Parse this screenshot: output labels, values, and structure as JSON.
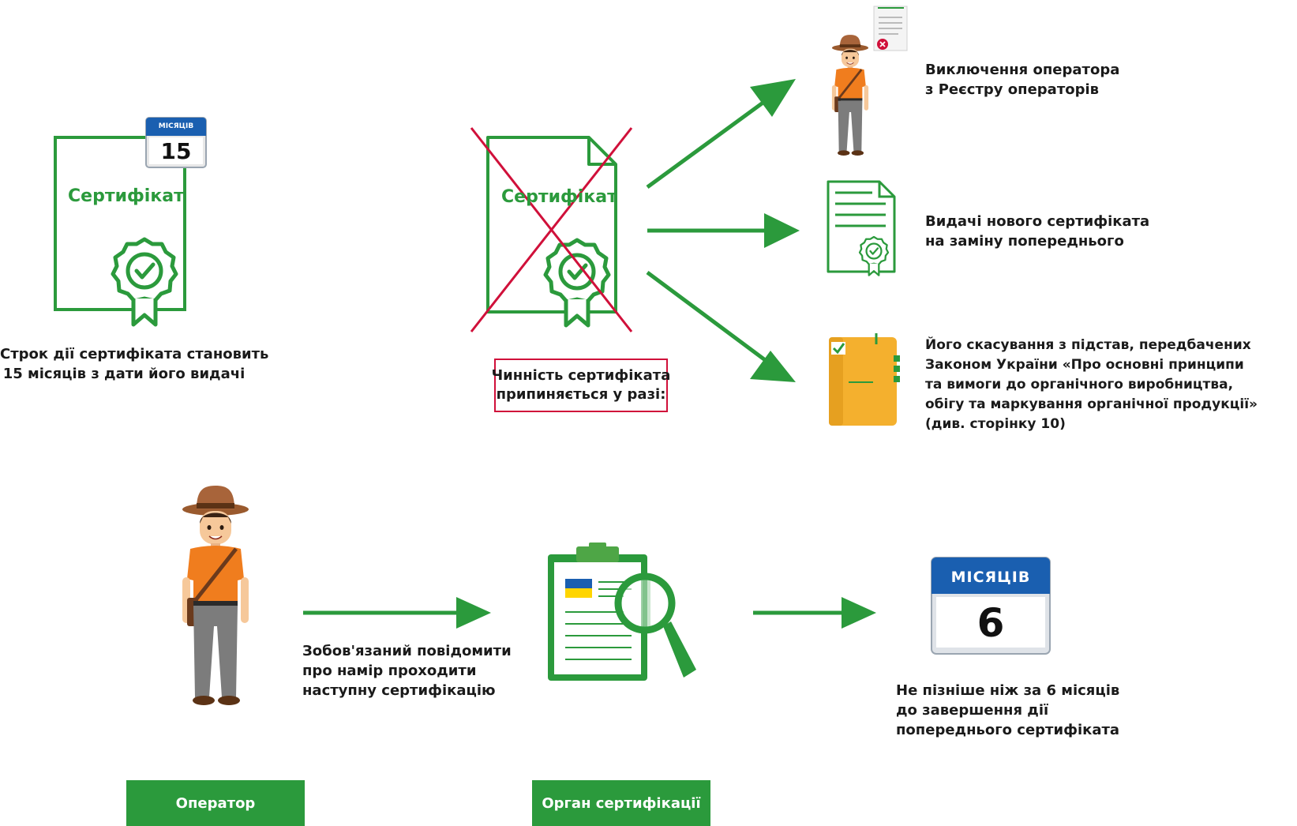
{
  "certificate_left": {
    "calendar_header": "МІСЯЦІВ",
    "calendar_number": "15",
    "title": "Сертифікат",
    "caption_lines": [
      "Строк дії сертифіката становить",
      "15 місяців з дати його видачі"
    ]
  },
  "certificate_center": {
    "title": "Сертифікат",
    "box_lines": [
      "Чинність сертифіката",
      "припиняється у разі:"
    ]
  },
  "outcomes": [
    {
      "lines": [
        "Виключення оператора",
        "з Реєстру операторів"
      ]
    },
    {
      "lines": [
        "Видачі нового сертифіката",
        "на заміну  попереднього"
      ]
    },
    {
      "lines": [
        "Його скасування з підстав, передбачених",
        "Законом України «Про основні принципи",
        "та вимоги до органічного виробництва,",
        "обігу та маркування органічної продукції»",
        "(див. сторінку 10)"
      ]
    }
  ],
  "bottom": {
    "operator_label": "Оператор",
    "obligation_lines": [
      "Зобов'язаний повідомити",
      "про намір проходити",
      "наступну сертифікацію"
    ],
    "body_label": "Орган сертифікації",
    "calendar_header": "МІСЯЦІВ",
    "calendar_number": "6",
    "deadline_lines": [
      "Не пізніше ніж за 6 місяців",
      "до завершення дії",
      "попереднього сертифіката"
    ]
  },
  "colors": {
    "green": "#2b9a3c",
    "red": "#d0103a",
    "calendar_blue": "#1a5fb0",
    "orange_shirt": "#f07d1e",
    "folder_yellow": "#f4b02e"
  },
  "icons": [
    "calendar-icon",
    "certificate-icon",
    "rosette-icon",
    "crossed-certificate-icon",
    "operator-person-icon",
    "document-rejected-icon",
    "new-certificate-icon",
    "folder-icon",
    "clipboard-magnifier-icon",
    "ukraine-flag-icon",
    "arrow-icon"
  ]
}
